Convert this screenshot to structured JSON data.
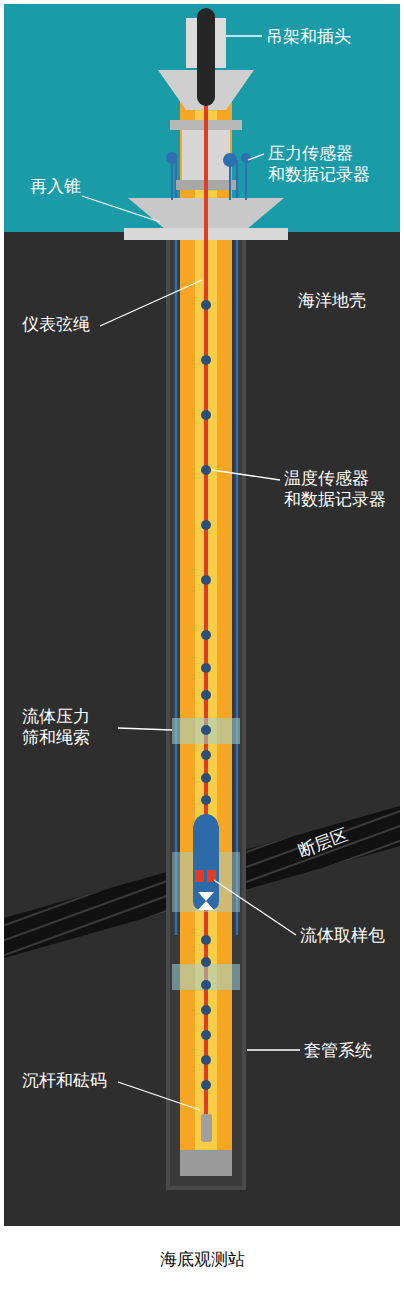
{
  "diagram": {
    "caption": "海底观测站",
    "labels": [
      "吊架和插头",
      "压力传感器 和数据记录器",
      "再入锥",
      "海洋地壳",
      "仪表弦绳",
      "温度传感器 和数据记录器",
      "流体压力 筛和绳索",
      "断层区",
      "流体取样包",
      "套管系统",
      "沉杆和砝码"
    ]
  }
}
